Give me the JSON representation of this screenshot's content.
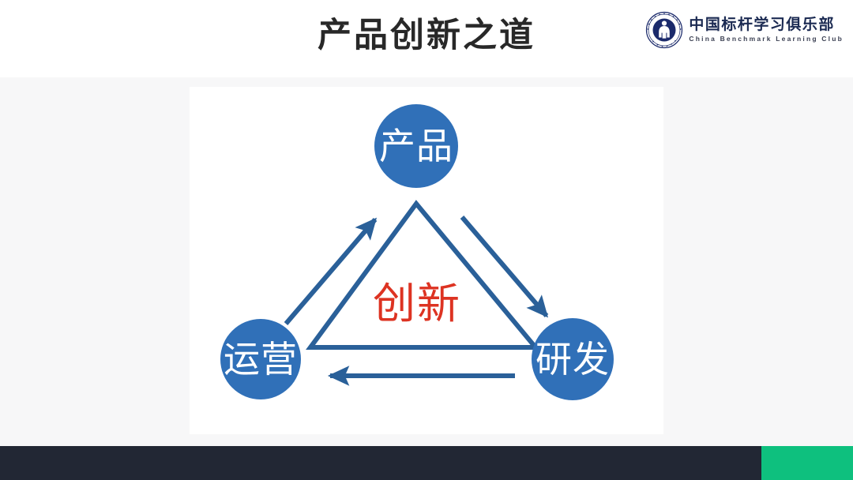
{
  "header": {
    "title": "产品创新之道",
    "logo": {
      "seal_icon": "club-seal-emblem-icon",
      "name_cn": "中国标杆学习俱乐部",
      "name_en": "China Benchmark Learning Club",
      "seal_color": "#1b2a6b"
    }
  },
  "diagram": {
    "type": "triangle-cycle",
    "center_label": "创新",
    "center_color": "#dd3322",
    "node_color": "#3070b8",
    "line_color": "#2a6099",
    "nodes": [
      {
        "id": "product",
        "label": "产品",
        "position": "top"
      },
      {
        "id": "operations",
        "label": "运营",
        "position": "bottom-left"
      },
      {
        "id": "rnd",
        "label": "研发",
        "position": "bottom-right"
      }
    ],
    "arrows": [
      {
        "id": "ops-to-product",
        "from": "运营",
        "to": "产品",
        "direction": "up-right"
      },
      {
        "id": "product-to-rnd",
        "from": "产品",
        "to": "研发",
        "direction": "down-right"
      },
      {
        "id": "rnd-to-ops",
        "from": "研发",
        "to": "运营",
        "direction": "left"
      }
    ]
  },
  "footer": {
    "dark_color": "#222734",
    "accent_color": "#0ec07e"
  }
}
